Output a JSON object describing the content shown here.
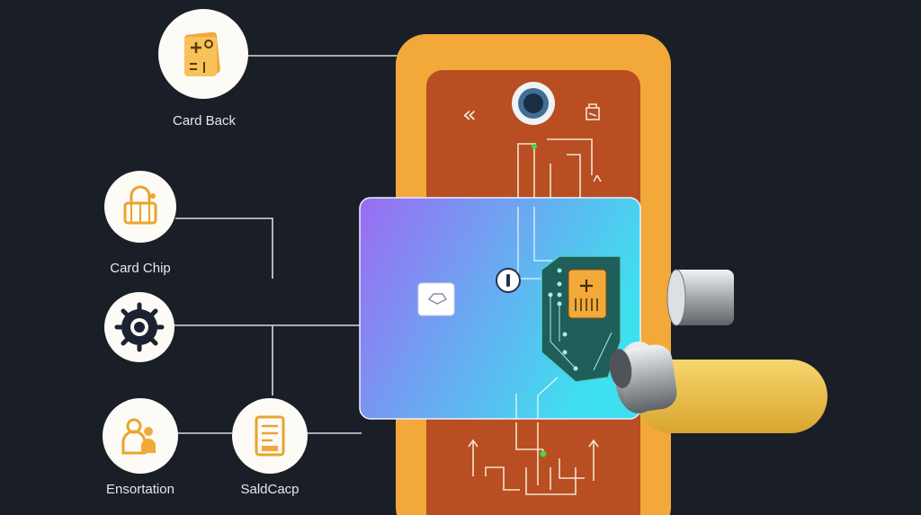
{
  "nodes": {
    "card_back": {
      "label": "Card Back",
      "icon": "card-back-icon"
    },
    "card_chip": {
      "label": "Card Chip",
      "icon": "padlock-chip-icon"
    },
    "gear": {
      "label": "",
      "icon": "gear-icon"
    },
    "ensortation": {
      "label": "Ensortation",
      "icon": "people-icon"
    },
    "saldcacp": {
      "label": "SaldCacp",
      "icon": "document-icon"
    }
  },
  "lock": {
    "top_left_symbol": "«",
    "body_icon": "door-lock-icon",
    "sensor_icon": "fingerprint-sensor-icon"
  },
  "card": {
    "icons": [
      "card-logo-icon",
      "info-circle-icon",
      "pcb-chip-icon"
    ]
  },
  "colors": {
    "background": "#1a1e26",
    "lock_outer": "#f2a93a",
    "lock_inner": "#b84e22",
    "card_gradient_start": "#9a6cf2",
    "card_gradient_end": "#3ee0f0",
    "handle": "#f0c24f",
    "pcb": "#1f5e5a",
    "chip": "#f2a93a",
    "node_bg": "#fdfbf6",
    "connector": "#d8dbe0"
  }
}
